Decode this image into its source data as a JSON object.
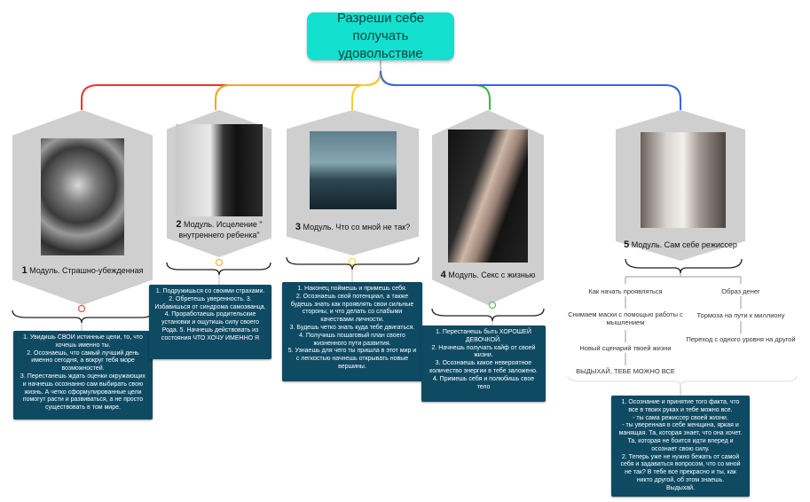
{
  "root": {
    "title": "Разреши себе получать удовольствие"
  },
  "colors": {
    "root_bg": "#14e0cf",
    "box_bg": "#0f4a63",
    "red": "#e8372e",
    "orange": "#f5a524",
    "yellow": "#f2d027",
    "green": "#3bb54a",
    "blue": "#3d66d9"
  },
  "modules": [
    {
      "num": "1",
      "label": "Модуль.  Страшно-убежденная",
      "text": "1. Увидишь СВОИ истинные цели, то, что хочешь именно ты.\n2. Осознаешь, что самый лучший день именно сегодня, а вокруг  тебя море возможностей.\n3. Перестанешь ждать оценки окружающих и начнешь осознанно сам выбирать свою жизнь. А четко сформулированные цели помогут расти и развиваться, а не просто существовать в том мире."
    },
    {
      "num": "2",
      "label": "Модуль. Исцеление \" внутреннего ребенка\"",
      "text": "1. Подружишься со своими страхами.\n2. Обретешь уверенность.                       3. Избавишься от синдрома самозванца.\n4. Проработаешь родительские установки и ощутишь силу своего Рода.                        5. Начнешь действовать из состояния ЧТО ХОЧУ ИМЕННО Я"
    },
    {
      "num": "3",
      "label": "Модуль. Что со мной не так?",
      "text": "1. Наконец поймешь и примешь себя.\n2. Осознаешь  свой потенциал, а также будешь знать как проявлять свои сильные стороны, и что делать со слабыми качествами личности.\n3. Будешь четко знать куда тебе двигаться.\n4. Получишь пошаговый план своего жизненного пути развития.\n5. Узнаешь для чего ты пришла в этот мир и с легкостью начнешь открывать новые вершины."
    },
    {
      "num": "4",
      "label": "Модуль. Секс с жизнью",
      "text": "1. Перестанешь быть ХОРОШЕЙ ДЕВОЧКОЙ.\n2. Начнешь получать кайф от своей жизни.\n3. Осознаешь какое невероятное количество энергии в тебе заложено.\n4. Примешь себя и полюбишь свое тело"
    },
    {
      "num": "5",
      "label": "Модуль. Сам себе режиссер",
      "text": "1.  Осознание и принятие того факта, что все в твоих руках и тебе можно все.\n- ты сама режиссер своей жизни.\n- ты уверенная в себе женщина, яркая и манящая. Та, которая знает, что она хочет. Та, которая не боится идти вперед и осознает свою силу.\n2. Теперь уже не нужно бежать от самой себя и задаваться вопросом, что со мной не так? В тебе все прекрасно и ты, как никто другой, об этом знаешь.\nВыдыхай."
    }
  ],
  "module5_sub": {
    "left_title": "Как начать проявляться",
    "left_items": [
      "Снимаем маски с помощью работы с мышлением",
      "Новый сценарий твоей жизни",
      "ВЫДЫХАЙ, ТЕБЕ МОЖНО ВСЕ"
    ],
    "right_title": "Образ денег",
    "right_items": [
      "Тормоза на пути к миллиону",
      "Переход с одного уровня на другой"
    ]
  }
}
